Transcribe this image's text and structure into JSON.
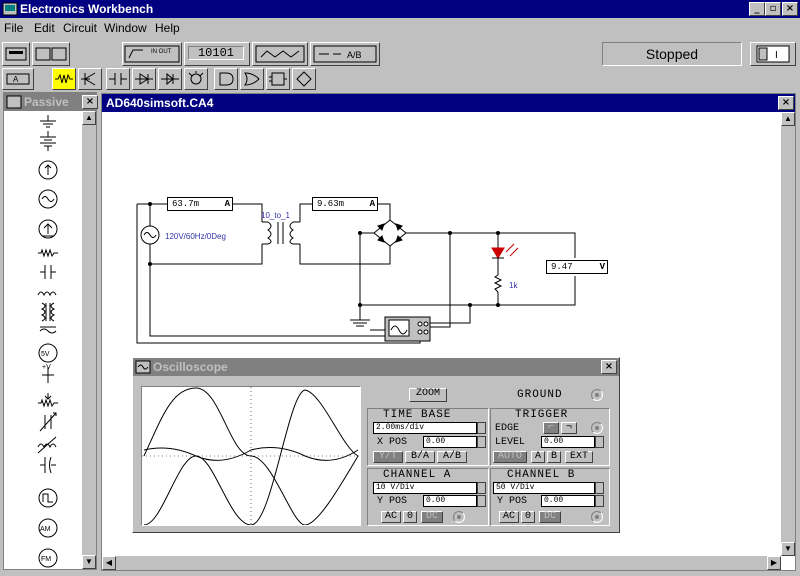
{
  "app": {
    "title": "Electronics Workbench"
  },
  "menu": {
    "items": [
      "File",
      "Edit",
      "Circuit",
      "Window",
      "Help"
    ]
  },
  "toolbar": {
    "instrument_counter_label": "10101",
    "analyzer_label": "A/B",
    "status": "Stopped"
  },
  "parts_bin": {
    "title": "Passive"
  },
  "circuit": {
    "title": "AD640simsoft.CA4",
    "ammeter1": {
      "value": "63.7m",
      "unit": "A"
    },
    "ammeter2": {
      "value": "9.63m",
      "unit": "A"
    },
    "voltmeter": {
      "value": "9.47",
      "unit": "V"
    },
    "source_label": "120V/60Hz/0Deg",
    "transformer_label": "10_to_1",
    "resistor_label": "1k"
  },
  "oscilloscope": {
    "title": "Oscilloscope",
    "zoom": "ZOOM",
    "ground": "GROUND",
    "time_base": {
      "heading": "TIME BASE",
      "value": "2.00ms/div",
      "xpos_label": "X POS",
      "xpos_value": "0.00",
      "modes": [
        "Y/T",
        "B/A",
        "A/B"
      ]
    },
    "trigger": {
      "heading": "TRIGGER",
      "edge_label": "EDGE",
      "level_label": "LEVEL",
      "level_value": "0.00",
      "modes": [
        "AUTO",
        "A",
        "B",
        "EXT"
      ]
    },
    "channel_a": {
      "heading": "CHANNEL A",
      "value": "10 V/Div",
      "ypos_label": "Y POS",
      "ypos_value": "0.00",
      "coupling": [
        "AC",
        "0",
        "DC"
      ]
    },
    "channel_b": {
      "heading": "CHANNEL B",
      "value": "50 V/Div",
      "ypos_label": "Y POS",
      "ypos_value": "0.00",
      "coupling": [
        "AC",
        "0",
        "DC"
      ]
    }
  },
  "colors": {
    "titlebar": "#000080",
    "face": "#c0c0c0",
    "active_tool": "#ffff00",
    "label_blue": "#3333aa"
  }
}
